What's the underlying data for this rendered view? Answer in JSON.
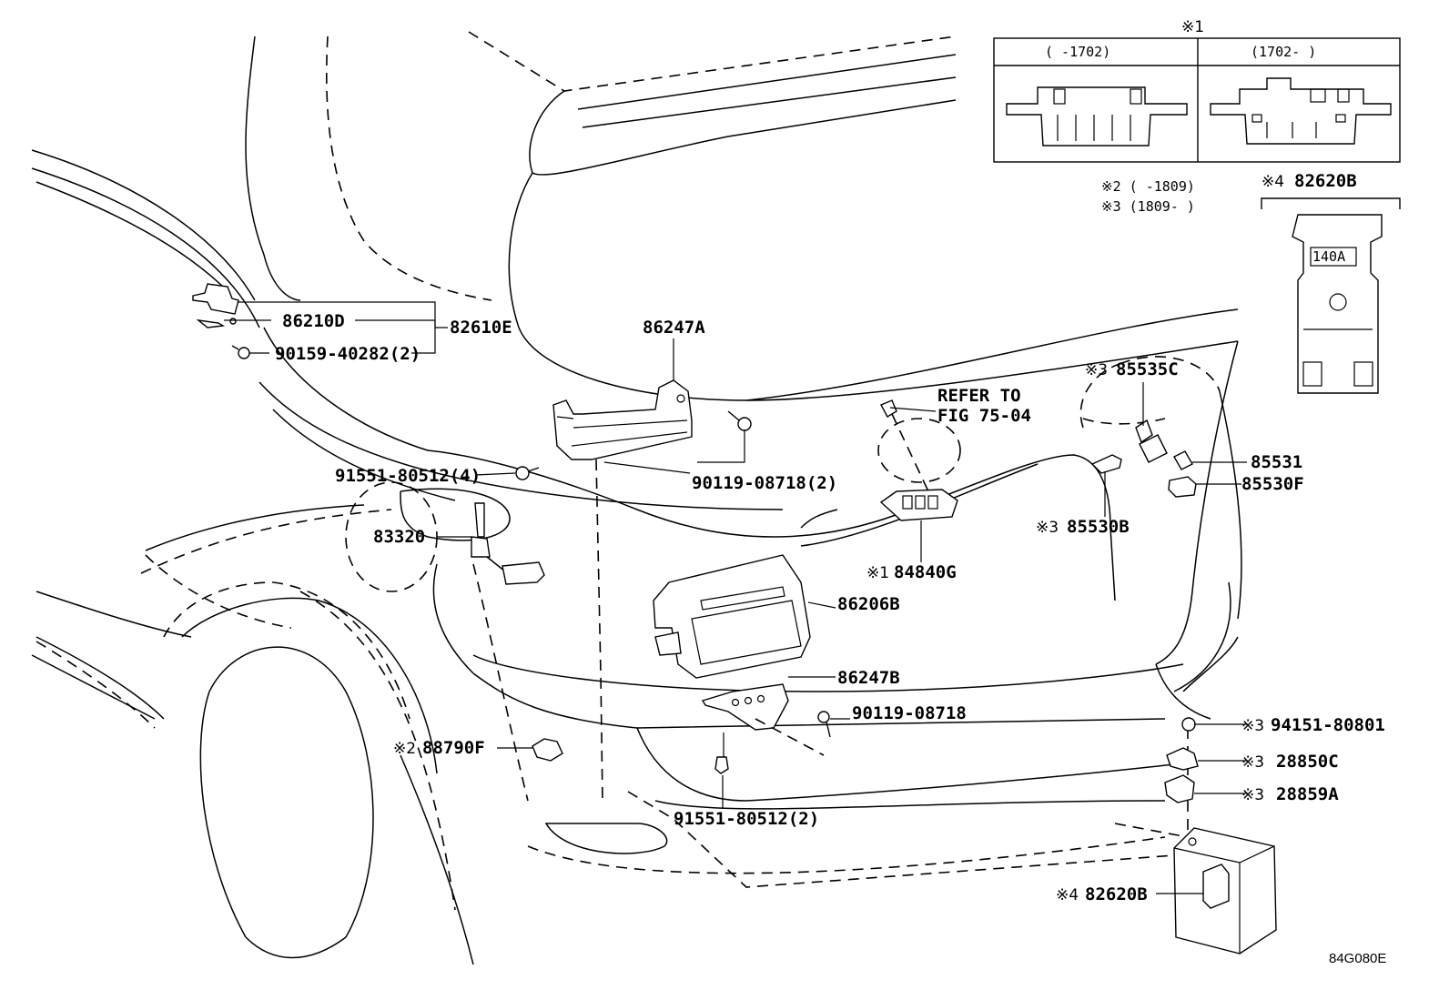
{
  "inset_mark": "※1",
  "inset_left_label": "(      -1702)",
  "inset_right_label": "(1702-      )",
  "note_2": "※2 (      -1809)",
  "note_3": "※3 (1809-      )",
  "mark_2": "※2",
  "mark_3": "※3",
  "mark_4": "※4",
  "mark_1": "※1",
  "fuse_label": "140A",
  "refer_line1": "REFER TO",
  "refer_line2": "FIG 75-04",
  "diagram_code": "84G080E",
  "parts": {
    "p86210D": "86210D",
    "p82610E": "82610E",
    "p90159": "90159-40282(2)",
    "p86247A": "86247A",
    "p91551_4": "91551-80512(4)",
    "p90119_2": "90119-08718(2)",
    "p83320": "83320",
    "p84840G": "84840G",
    "p86206B": "86206B",
    "p86247B": "86247B",
    "p90119": "90119-08718",
    "p88790F": "88790F",
    "p91551_2": "91551-80512(2)",
    "p85535C": "85535C",
    "p85531": "85531",
    "p85530F": "85530F",
    "p85530B": "85530B",
    "p94151": "94151-80801",
    "p28850C": "28850C",
    "p28859A": "28859A",
    "p82620B_top": "82620B",
    "p82620B_bot": "82620B"
  }
}
